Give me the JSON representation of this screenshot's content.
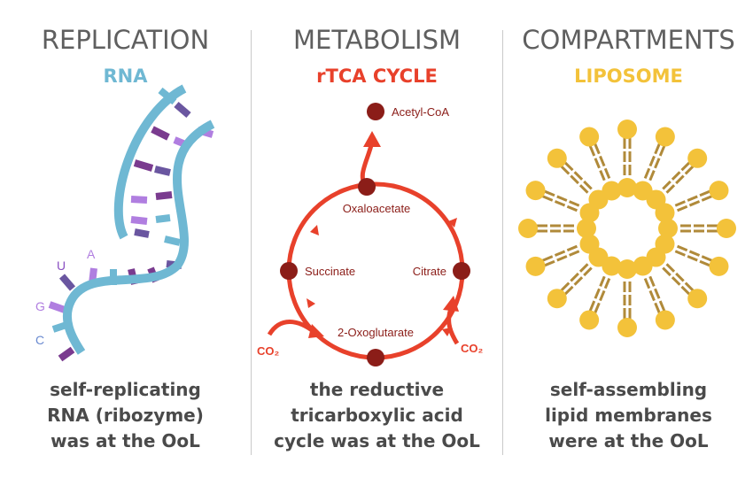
{
  "panels": [
    {
      "heading": "REPLICATION",
      "subtitle": "RNA",
      "caption": [
        "self-replicating",
        "RNA (ribozyme)",
        "was at the OoL"
      ],
      "bases": [
        "U",
        "A",
        "G",
        "C"
      ]
    },
    {
      "heading": "METABOLISM",
      "subtitle": "rTCA CYCLE",
      "caption": [
        "the reductive",
        "tricarboxylic acid",
        "cycle was at the OoL"
      ],
      "nodes": {
        "acetyl": "Acetyl-CoA",
        "oxaloacetate": "Oxaloacetate",
        "succinate": "Succinate",
        "citrate": "Citrate",
        "oxoglutarate": "2-Oxoglutarate"
      },
      "co2": [
        "CO₂",
        "CO₂"
      ]
    },
    {
      "heading": "COMPARTMENTS",
      "subtitle": "LIPOSOME",
      "caption": [
        "self-assembling",
        "lipid membranes",
        "were at the OoL"
      ]
    }
  ],
  "colors": {
    "rna": "#6fb8d3",
    "tca": "#e8412b",
    "tca_node": "#8b1d18",
    "liposome": "#f3c23a",
    "lipid_tail": "#b08a3a",
    "heading": "#5f5f5f",
    "caption": "#4a4a4a"
  }
}
